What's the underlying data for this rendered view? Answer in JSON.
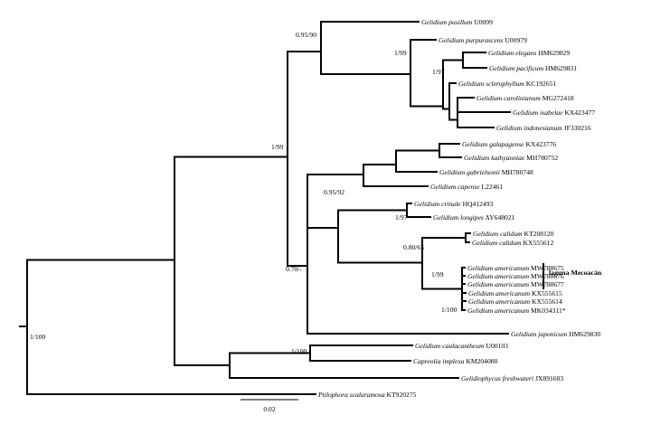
{
  "tips": [
    {
      "id": "t1",
      "species": "Gelidium pusillum",
      "accession": "U0099"
    },
    {
      "id": "t2",
      "species": "Gelidium purpurascens",
      "accession": "U00979"
    },
    {
      "id": "t3",
      "species": "Gelidium elegans",
      "accession": "HM629829"
    },
    {
      "id": "t4",
      "species": "Gelidium pacificum",
      "accession": "HM629831"
    },
    {
      "id": "t5",
      "species": "Gelidium sclerophyllum",
      "accession": "KC192651"
    },
    {
      "id": "t6",
      "species": "Gelidium carolinianum",
      "accession": "MG272418"
    },
    {
      "id": "t7",
      "species": "Gelidium isabelae",
      "accession": "KX423477"
    },
    {
      "id": "t8",
      "species": "Gelidium indonesianum",
      "accession": "JF330216"
    },
    {
      "id": "t9",
      "species": "Gelidium galapagense",
      "accession": "KX423776"
    },
    {
      "id": "t10",
      "species": "Gelidium kathyanniae",
      "accession": "MH780752"
    },
    {
      "id": "t11",
      "species": "Gelidium gabrielsonii",
      "accession": "MH780748"
    },
    {
      "id": "t12",
      "species": "Gelidium capense",
      "accession": "L22461"
    },
    {
      "id": "t13",
      "species": "Gelidium crinale",
      "accession": "HQ412493"
    },
    {
      "id": "t14",
      "species": "Gelidium longipes",
      "accession": "AY648021"
    },
    {
      "id": "t15",
      "species": "Gelidium calidum",
      "accession": "KT208120"
    },
    {
      "id": "t16",
      "species": "Gelidium calidum",
      "accession": "KX555612"
    },
    {
      "id": "t17",
      "species": "Gelidium americanum",
      "accession": "MW788675"
    },
    {
      "id": "t18",
      "species": "Gelidium americanum",
      "accession": "MW788676"
    },
    {
      "id": "t19",
      "species": "Gelidium americanum",
      "accession": "MW788677"
    },
    {
      "id": "t20",
      "species": "Gelidium americanum",
      "accession": "KX555615"
    },
    {
      "id": "t21",
      "species": "Gelidium americanum",
      "accession": "KX555614"
    },
    {
      "id": "t22",
      "species": "Gelidium americanum",
      "accession": "MK034311*"
    },
    {
      "id": "t23",
      "species": "Gelidium japonicum",
      "accession": "HM629830"
    },
    {
      "id": "t24",
      "species": "Gelidium caulacantheum",
      "accession": "U00103"
    },
    {
      "id": "t25",
      "species": "Capreolia implexa",
      "accession": "KM204080"
    },
    {
      "id": "t26",
      "species": "Gelidiophycus freshwateri",
      "accession": "JX891603"
    },
    {
      "id": "t27",
      "species": "Ptilophora scalaramosa",
      "accession": "KT920275"
    }
  ],
  "support_values": [
    {
      "id": "s_root",
      "text": "1/100"
    },
    {
      "id": "s_big",
      "text": "1/99"
    },
    {
      "id": "s_upper",
      "text": "0.95/90"
    },
    {
      "id": "s_elegans",
      "text": "1/99"
    },
    {
      "id": "s_pacificum",
      "text": "1/97"
    },
    {
      "id": "s_middle",
      "text": "0.70/-"
    },
    {
      "id": "s_galapagense",
      "text": "0.95/92"
    },
    {
      "id": "s_crinale",
      "text": "1/97"
    },
    {
      "id": "s_longipes",
      "text": "0.80/65"
    },
    {
      "id": "s_calidum",
      "text": "1/99"
    },
    {
      "id": "s_americanum",
      "text": "1/100"
    },
    {
      "id": "s_outgroup",
      "text": "1/100"
    }
  ],
  "group_label": "laguna Mecoacán",
  "scale_bar": {
    "label": "0.02"
  }
}
